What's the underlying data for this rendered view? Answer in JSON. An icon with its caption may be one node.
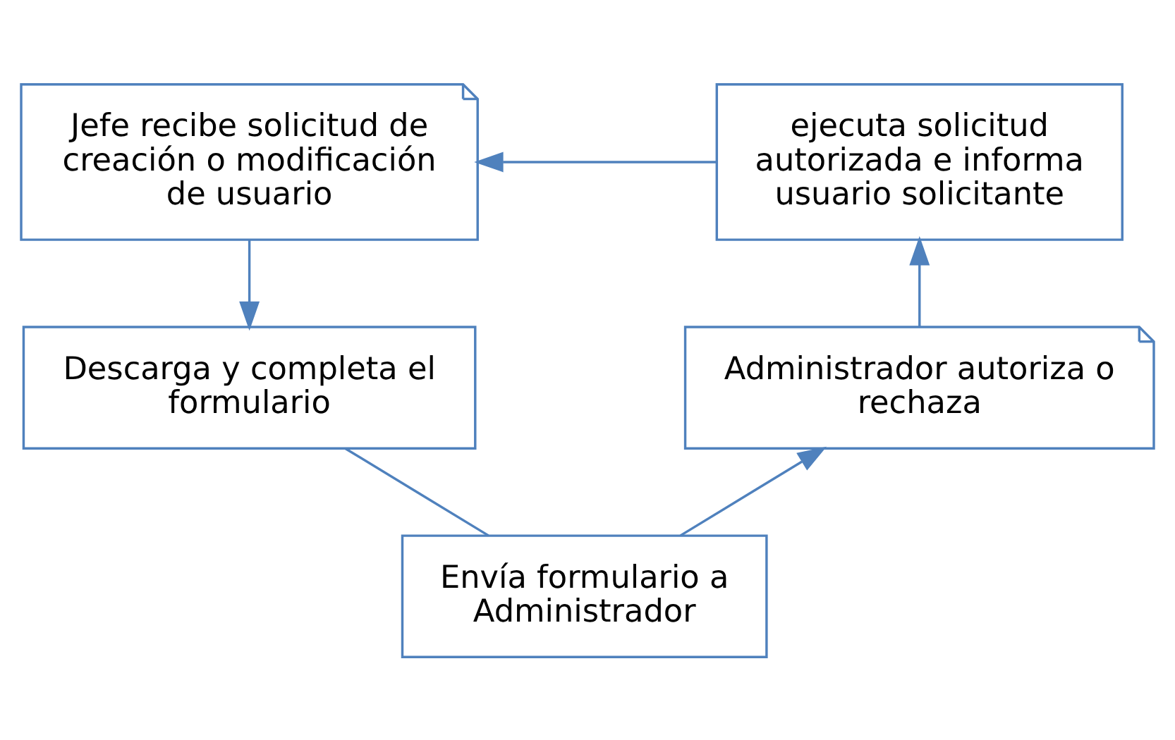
{
  "diagram": {
    "nodes": [
      {
        "text": [
          "Jefe recibe solicitud de creación o modificación de usuario"
        ]
      },
      {
        "text": [
          "ejecuta solicitud autorizada e informa usuario solicitante"
        ]
      },
      {
        "text": [
          "Administrador autoriza o rechaza"
        ]
      },
      {
        "text": [
          "Descarga y completa el formulario"
        ]
      },
      {
        "text": [
          "Envía formulario a Administrador"
        ]
      }
    ],
    "edges": [
      {
        "from": 0,
        "to": 3,
        "arrow": "to"
      },
      {
        "from": 3,
        "to": 4,
        "arrow": "none"
      },
      {
        "from": 4,
        "to": 2,
        "arrow": "to"
      },
      {
        "from": 2,
        "to": 1,
        "arrow": "to"
      },
      {
        "from": 1,
        "to": 0,
        "arrow": "to"
      }
    ]
  }
}
